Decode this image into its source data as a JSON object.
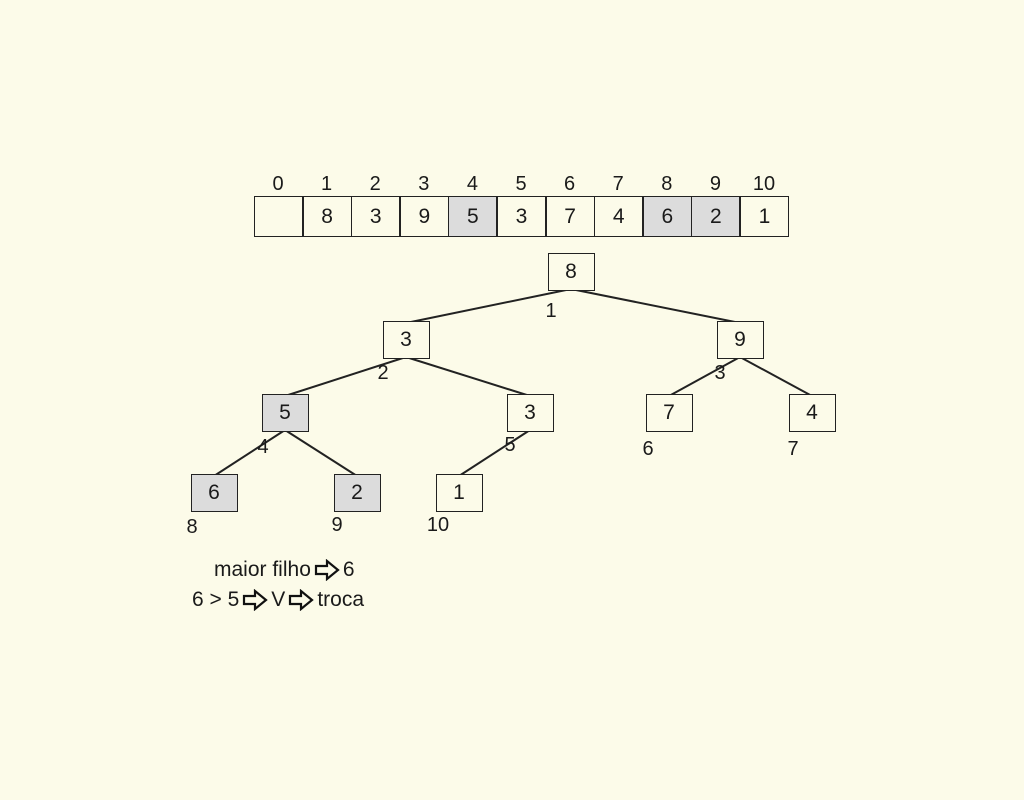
{
  "array": {
    "indices": [
      "0",
      "1",
      "2",
      "3",
      "4",
      "5",
      "6",
      "7",
      "8",
      "9",
      "10"
    ],
    "values": [
      "",
      "8",
      "3",
      "9",
      "5",
      "3",
      "7",
      "4",
      "6",
      "2",
      "1"
    ],
    "highlighted": [
      4,
      8,
      9
    ]
  },
  "tree": {
    "nodes": [
      {
        "value": "8",
        "index": "1"
      },
      {
        "value": "3",
        "index": "2"
      },
      {
        "value": "9",
        "index": "3"
      },
      {
        "value": "5",
        "index": "4"
      },
      {
        "value": "3",
        "index": "5"
      },
      {
        "value": "7",
        "index": "6"
      },
      {
        "value": "4",
        "index": "7"
      },
      {
        "value": "6",
        "index": "8"
      },
      {
        "value": "2",
        "index": "9"
      },
      {
        "value": "1",
        "index": "10"
      }
    ]
  },
  "notes": {
    "line1": {
      "a": "maior filho",
      "b": "6"
    },
    "line2": {
      "a": "6 > 5",
      "b": "V",
      "c": "troca"
    }
  },
  "colors": {
    "background": "#fcfbe9",
    "highlight": "#dcdcdc",
    "stroke": "#222222"
  },
  "icons": {
    "arrow": "outline-right-arrow-icon"
  }
}
